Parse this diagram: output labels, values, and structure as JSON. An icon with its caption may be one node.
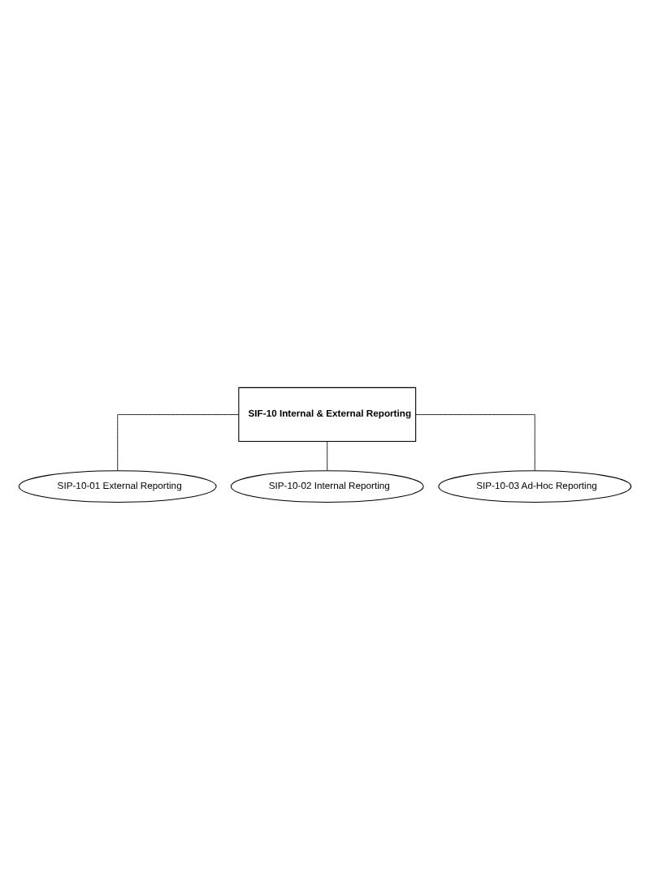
{
  "diagram": {
    "nodes": [
      {
        "text": [
          "SIF-10 Internal & External Reporting"
        ]
      },
      {
        "text": [
          "SIP-10-01 External Reporting"
        ]
      },
      {
        "text": [
          "SIP-10-02 Internal Reporting"
        ]
      },
      {
        "text": [
          "SIP-10-03 Ad-Hoc Reporting"
        ]
      }
    ],
    "edges": [
      {
        "from": 0,
        "to": 1,
        "arrow": "none"
      },
      {
        "from": 0,
        "to": 2,
        "arrow": "none"
      },
      {
        "from": 0,
        "to": 3,
        "arrow": "none"
      }
    ]
  }
}
